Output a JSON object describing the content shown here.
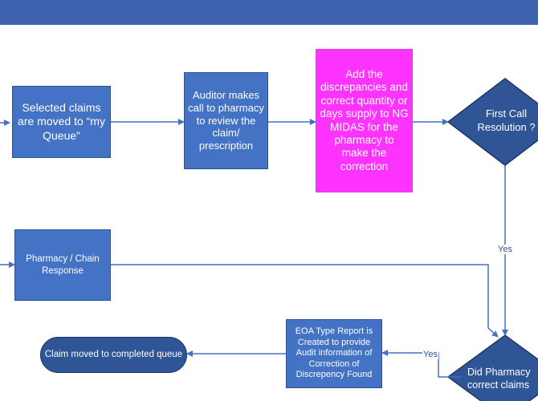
{
  "nodes": {
    "selected_claims": "Selected claims are moved to “my Queue”",
    "auditor_call": "Auditor makes call to pharmacy to review the claim/ prescription",
    "add_discrepancies": "Add the discrepancies and correct quantity or days supply to NG MIDAS for the pharmacy to make the correction",
    "first_call_resolution": "First Call Resolution ?",
    "pharmacy_chain_response": "Pharmacy / Chain Response",
    "did_pharmacy_correct": "Did Pharmacy correct claims",
    "eoa_report": "EOA Type Report is Created to provide Audit information of Correction of Discrepency Found",
    "claim_completed": "Claim moved to completed queue"
  },
  "edges": {
    "yes_first_call": "Yes",
    "yes_corrected": "Yes"
  },
  "colors": {
    "banner": "#3e62ad",
    "process_fill": "#4472c4",
    "decision_fill": "#2f5597",
    "highlight_fill": "#ff33ff",
    "connector": "#4472c4"
  }
}
